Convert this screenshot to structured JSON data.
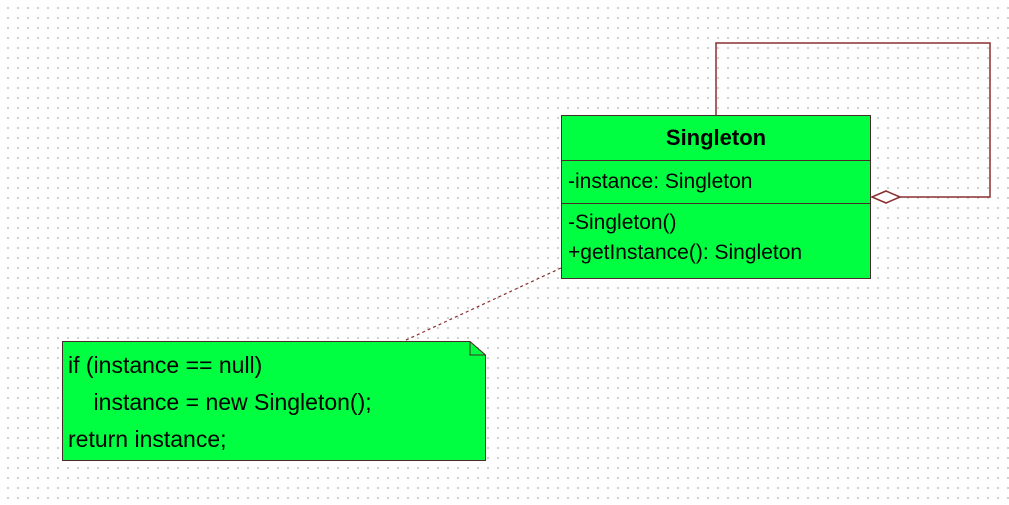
{
  "diagram": {
    "class": {
      "name": "Singleton",
      "attributes": [
        "-instance: Singleton"
      ],
      "operations": [
        "-Singleton()",
        "+getInstance(): Singleton"
      ]
    },
    "note": {
      "lines": [
        "if (instance == null)",
        "    instance = new Singleton();",
        "return instance;"
      ]
    },
    "relations": [
      {
        "type": "self-aggregation",
        "from": "Singleton",
        "to": "Singleton"
      },
      {
        "type": "note-anchor",
        "from": "note",
        "to": "Singleton"
      }
    ]
  },
  "colors": {
    "fill": "#00ff40",
    "border": "#4a2a2a",
    "connector": "#8b2e2e",
    "grid_dot": "#c8c8c8"
  }
}
